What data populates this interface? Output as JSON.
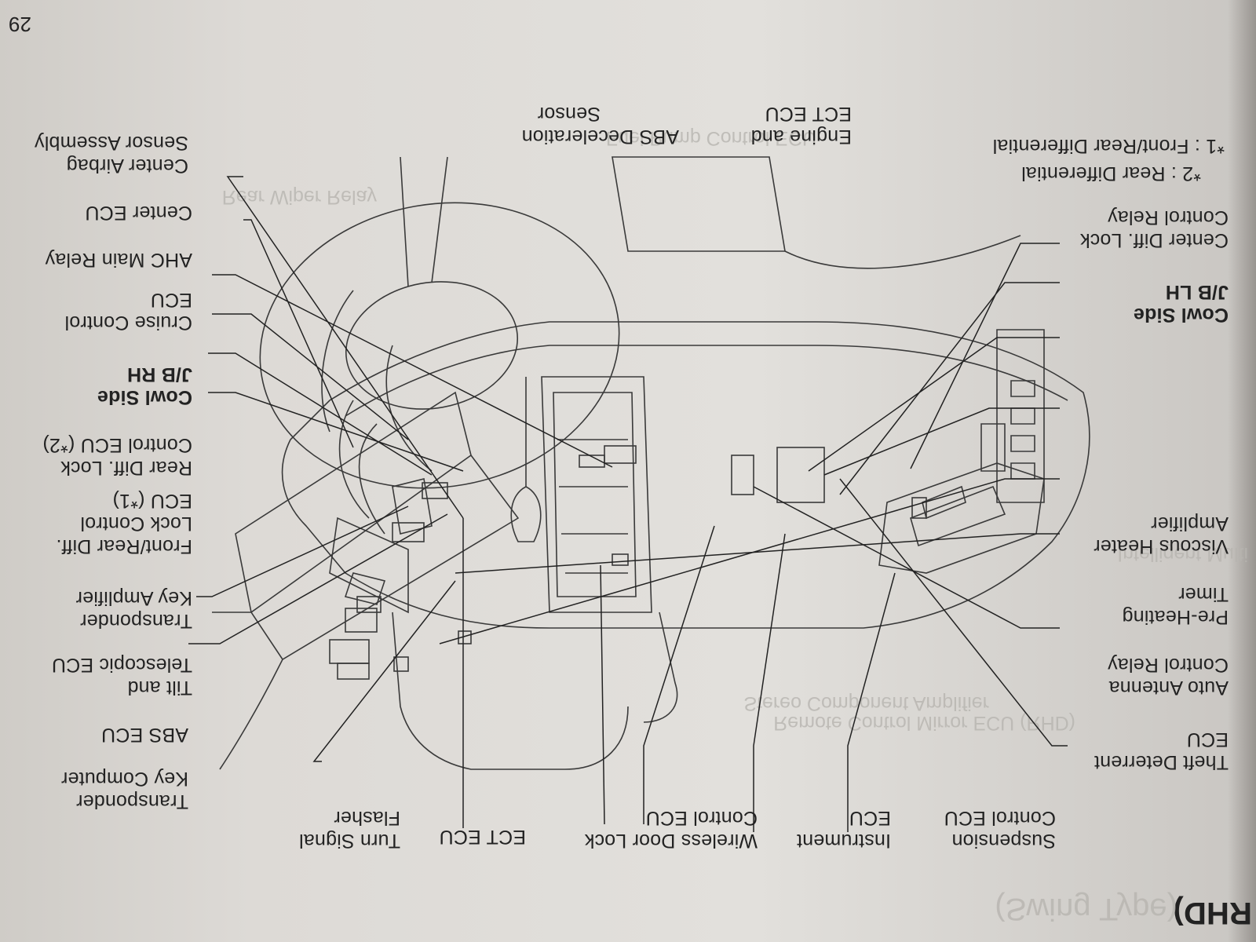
{
  "page": {
    "number": "29",
    "header": "RHD)",
    "header_ghost": "(Swing Type)"
  },
  "notes": {
    "n1": "*1 : Front/Rear Differential",
    "n2": "*2 : Rear Differential"
  },
  "labels": {
    "engine_ect_ecu": [
      "Engine and",
      "ECT ECU"
    ],
    "abs_decel": [
      "ABS Deceleration",
      "Sensor"
    ],
    "center_airbag": [
      "Center Airbag",
      "Sensor Assembly"
    ],
    "center_ecu": "Center ECU",
    "ahc_main_relay": "AHC Main Relay",
    "cruise_control": [
      "Cruise Control",
      "ECU"
    ],
    "cowl_side_jb_rh": [
      "Cowl Side",
      "J/B RH"
    ],
    "rear_diff_lock": [
      "Rear Diff. Lock",
      "Control ECU (*2)"
    ],
    "frontrear_diff_lock": [
      "Front/Rear Diff.",
      "Lock Control",
      "ECU (*1)"
    ],
    "transponder_key_amp": [
      "Transponder",
      "Key Amplifier"
    ],
    "tilt_telescopic": [
      "Tilt and",
      "Telescopic ECU"
    ],
    "abs_ecu": "ABS ECU",
    "transponder_key_computer": [
      "Transponder",
      "Key Computer"
    ],
    "turn_signal_flasher": [
      "Turn Signal",
      "Flasher"
    ],
    "ect_ecu": "ECT ECU",
    "wireless_door_lock": [
      "Wireless Door Lock",
      "Control ECU"
    ],
    "instrument_ecu": [
      "Instrument",
      "ECU"
    ],
    "suspension_control": [
      "Suspension",
      "Control ECU"
    ],
    "theft_deterrent": [
      "Theft Deterrent",
      "ECU"
    ],
    "auto_antenna": [
      "Auto Antenna",
      "Control Relay"
    ],
    "preheating_timer": [
      "Pre-Heating",
      "Timer"
    ],
    "viscous_heater": [
      "Viscous Heater",
      "Amplifier"
    ],
    "center_diff_lock": [
      "Center Diff. Lock",
      "Control Relay"
    ],
    "cowl_side_jb_lh": [
      "Cowl Side",
      "J/B LH"
    ]
  },
  "ghost_text": {
    "g1": "Fuel Pump Control ECU",
    "g2": "Rear Wiper Relay",
    "g3": "Remote Control Mirror ECU (RHD)",
    "g4": "Stereo Component Amplifier",
    "g5": "Intelligent Multi"
  },
  "colors": {
    "ink": "#222222",
    "paper": "#e2e0dc",
    "ghost": "#b7b4b0"
  }
}
